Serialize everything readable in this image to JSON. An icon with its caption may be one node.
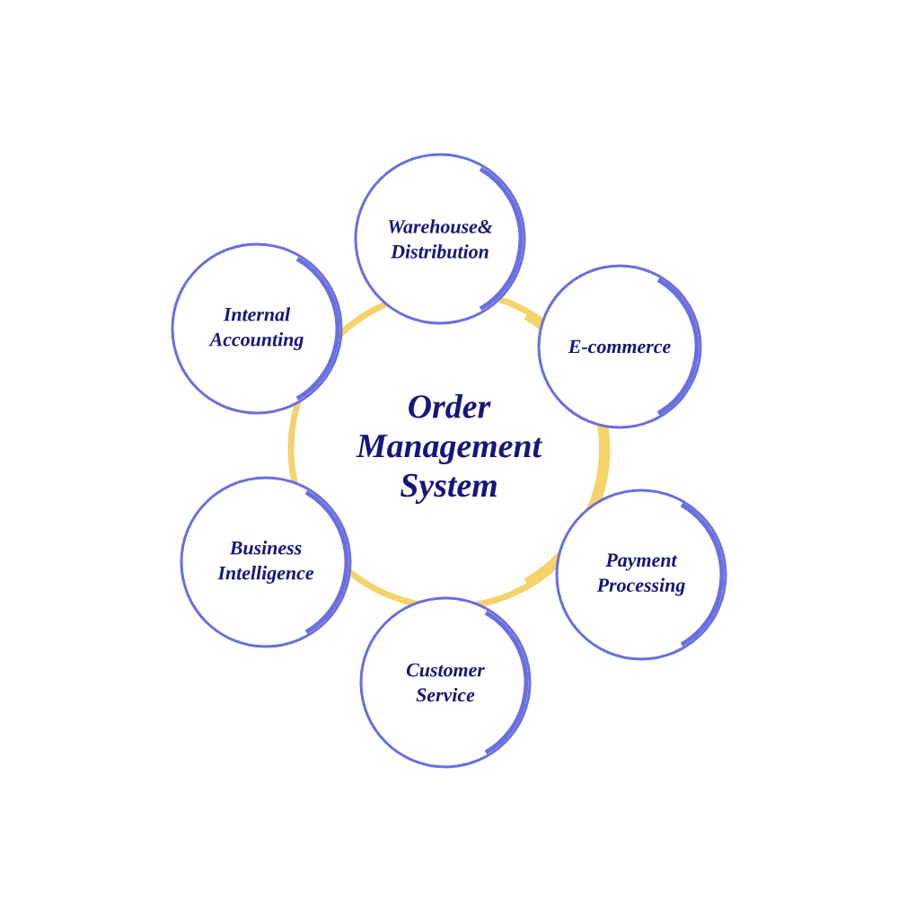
{
  "diagram": {
    "nodes": [
      {
        "text": [
          "Order Management System"
        ]
      },
      {
        "text": [
          "Warehouse& Distribution"
        ]
      },
      {
        "text": [
          "E-commerce"
        ]
      },
      {
        "text": [
          "Payment Processing"
        ]
      },
      {
        "text": [
          "Customer Service"
        ]
      },
      {
        "text": [
          "Business Intelligence"
        ]
      },
      {
        "text": [
          "Internal Accounting"
        ]
      }
    ]
  }
}
